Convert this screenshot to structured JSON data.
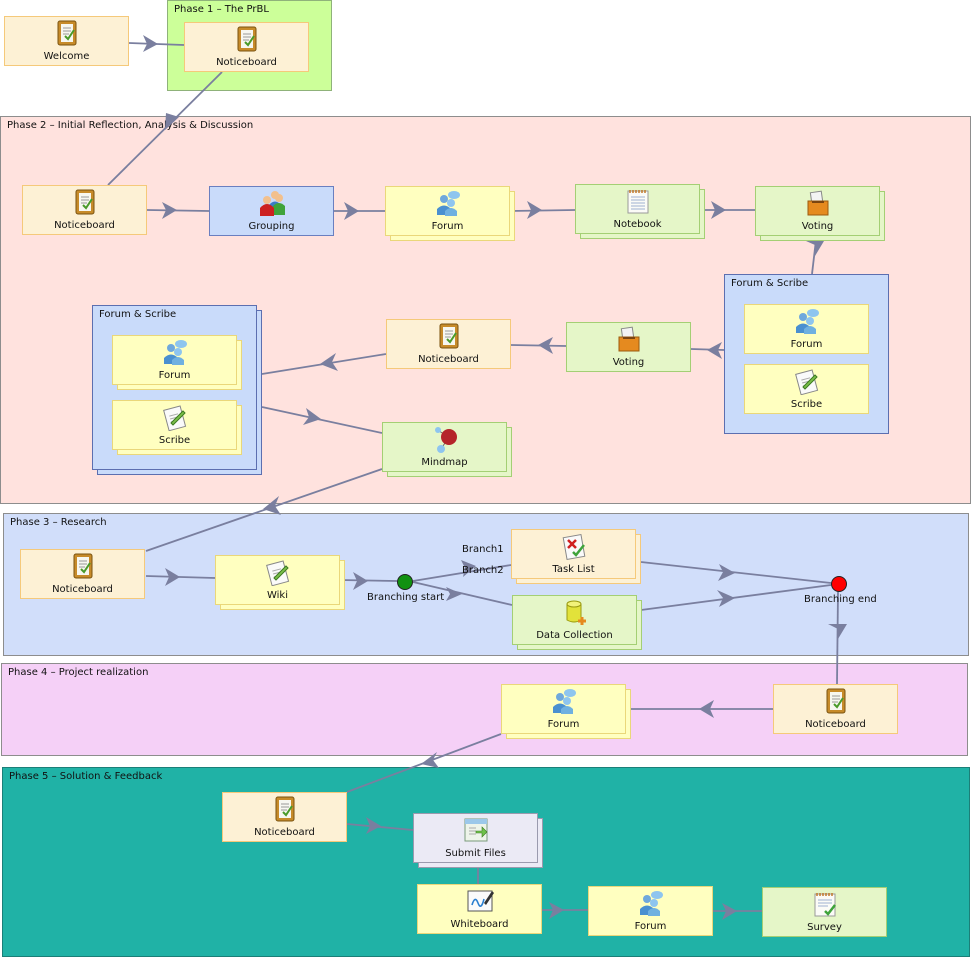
{
  "colors": {
    "phase1": "#ccff99",
    "phase2": "#ffe2de",
    "phase3": "#d1defa",
    "phase4": "#f5d0f7",
    "phase5": "#20b2a6",
    "connector": "#7a7f9f"
  },
  "phases": [
    {
      "id": "p1",
      "title": "Phase 1 – The PrBL"
    },
    {
      "id": "p2",
      "title": "Phase 2 – Initial Reflection, Analysis & Discussion"
    },
    {
      "id": "p3",
      "title": "Phase 3 – Research"
    },
    {
      "id": "p4",
      "title": "Phase 4 – Project realization"
    },
    {
      "id": "p5",
      "title": "Phase 5 – Solution & Feedback"
    }
  ],
  "groups": {
    "right": {
      "title": "Forum & Scribe"
    },
    "left": {
      "title": "Forum & Scribe"
    }
  },
  "activities": {
    "welcome": {
      "label": "Welcome",
      "icon": "noticeboard-icon"
    },
    "p1_noticeboard": {
      "label": "Noticeboard",
      "icon": "noticeboard-icon"
    },
    "p2_noticeboard": {
      "label": "Noticeboard",
      "icon": "noticeboard-icon"
    },
    "grouping": {
      "label": "Grouping",
      "icon": "grouping-icon"
    },
    "p2_forum": {
      "label": "Forum",
      "icon": "forum-icon"
    },
    "notebook": {
      "label": "Notebook",
      "icon": "notebook-icon"
    },
    "voting1": {
      "label": "Voting",
      "icon": "voting-icon"
    },
    "gr_forum": {
      "label": "Forum",
      "icon": "forum-icon"
    },
    "gr_scribe": {
      "label": "Scribe",
      "icon": "scribe-icon"
    },
    "voting2": {
      "label": "Voting",
      "icon": "voting-icon"
    },
    "p2_noticeboard2": {
      "label": "Noticeboard",
      "icon": "noticeboard-icon"
    },
    "gl_forum": {
      "label": "Forum",
      "icon": "forum-icon"
    },
    "gl_scribe": {
      "label": "Scribe",
      "icon": "scribe-icon"
    },
    "mindmap": {
      "label": "Mindmap",
      "icon": "mindmap-icon"
    },
    "p3_noticeboard": {
      "label": "Noticeboard",
      "icon": "noticeboard-icon"
    },
    "wiki": {
      "label": "Wiki",
      "icon": "wiki-icon"
    },
    "tasklist": {
      "label": "Task List",
      "icon": "task-list-icon"
    },
    "datacollection": {
      "label": "Data Collection",
      "icon": "data-collection-icon"
    },
    "p4_forum": {
      "label": "Forum",
      "icon": "forum-icon"
    },
    "p4_noticeboard": {
      "label": "Noticeboard",
      "icon": "noticeboard-icon"
    },
    "p5_noticeboard": {
      "label": "Noticeboard",
      "icon": "noticeboard-icon"
    },
    "submitfiles": {
      "label": "Submit Files",
      "icon": "submit-files-icon"
    },
    "whiteboard": {
      "label": "Whiteboard",
      "icon": "whiteboard-icon"
    },
    "p5_forum": {
      "label": "Forum",
      "icon": "forum-icon"
    },
    "survey": {
      "label": "Survey",
      "icon": "survey-icon"
    }
  },
  "branching": {
    "start": "Branching start",
    "end": "Branching end",
    "branch1": "Branch1",
    "branch2": "Branch2",
    "start_color": "#119111",
    "end_color": "#ff0000"
  }
}
